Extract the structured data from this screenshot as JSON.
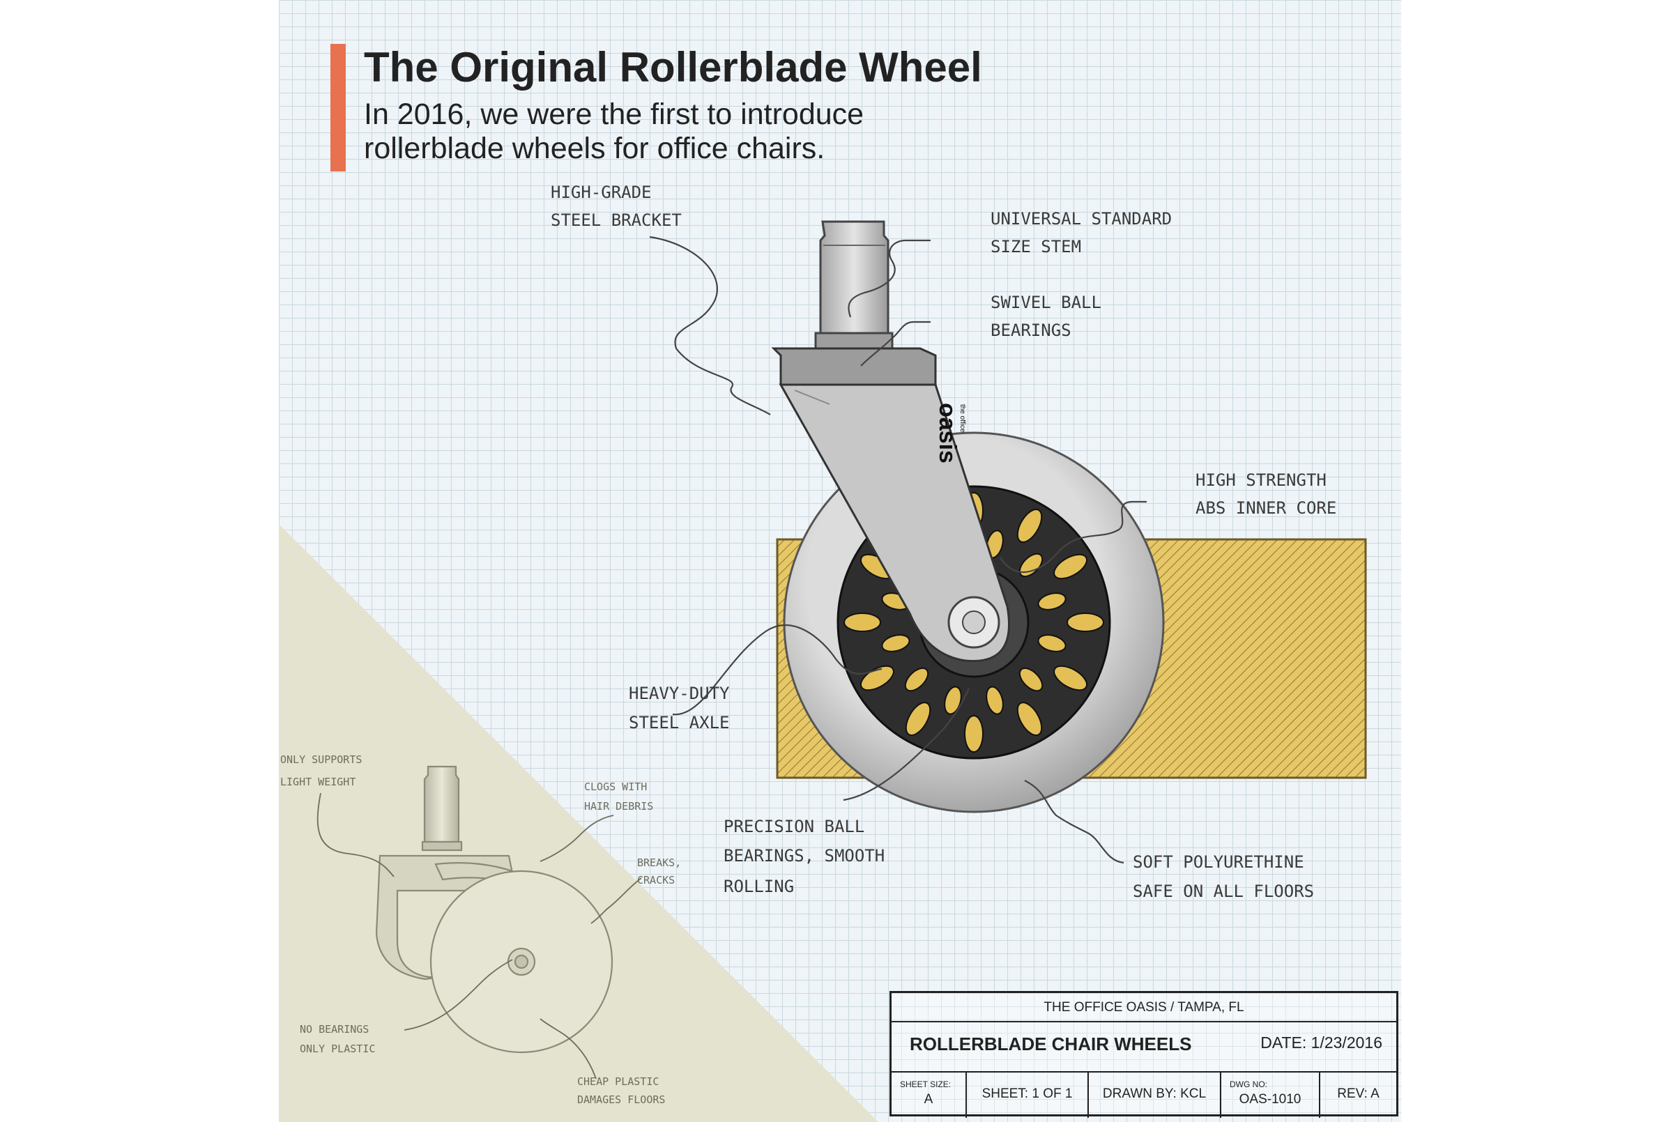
{
  "header": {
    "title": "The Original Rollerblade Wheel",
    "subtitle_line1": "In 2016, we were the first to introduce",
    "subtitle_line2": "rollerblade wheels for office chairs.",
    "accent_color": "#e8714f"
  },
  "main_wheel": {
    "logo_text": "oasis",
    "logo_small": "the office",
    "callouts": {
      "bracket": [
        "HIGH-GRADE",
        "STEEL BRACKET"
      ],
      "stem": [
        "UNIVERSAL STANDARD",
        "SIZE STEM"
      ],
      "swivel": [
        "SWIVEL BALL",
        "BEARINGS"
      ],
      "core": [
        "HIGH STRENGTH",
        "ABS INNER CORE"
      ],
      "axle": [
        "HEAVY-DUTY",
        "STEEL AXLE"
      ],
      "precision": [
        "PRECISION BALL",
        "BEARINGS, SMOOTH",
        "ROLLING"
      ],
      "soft": [
        "SOFT POLYURETHINE",
        "SAFE ON ALL FLOORS"
      ]
    }
  },
  "old_wheel": {
    "callouts": {
      "supports": [
        "ONLY SUPPORTS",
        "LIGHT WEIGHT"
      ],
      "clogs": [
        "CLOGS WITH",
        "HAIR DEBRIS"
      ],
      "breaks": [
        "BREAKS,",
        "CRACKS"
      ],
      "bearings": [
        "NO BEARINGS",
        "ONLY PLASTIC"
      ],
      "damage": [
        "CHEAP PLASTIC",
        "DAMAGES FLOORS"
      ]
    }
  },
  "title_block": {
    "company": "THE OFFICE OASIS  /  TAMPA, FL",
    "project": "ROLLERBLADE CHAIR WHEELS",
    "date": "DATE: 1/23/2016",
    "sheet_size_label": "SHEET SIZE:",
    "sheet_size_value": "A",
    "sheet": "SHEET: 1 OF 1",
    "drawn_by": "DRAWN BY: KCL",
    "dwg_label": "DWG NO:",
    "dwg_value": "OAS-1010",
    "rev": "REV: A"
  }
}
